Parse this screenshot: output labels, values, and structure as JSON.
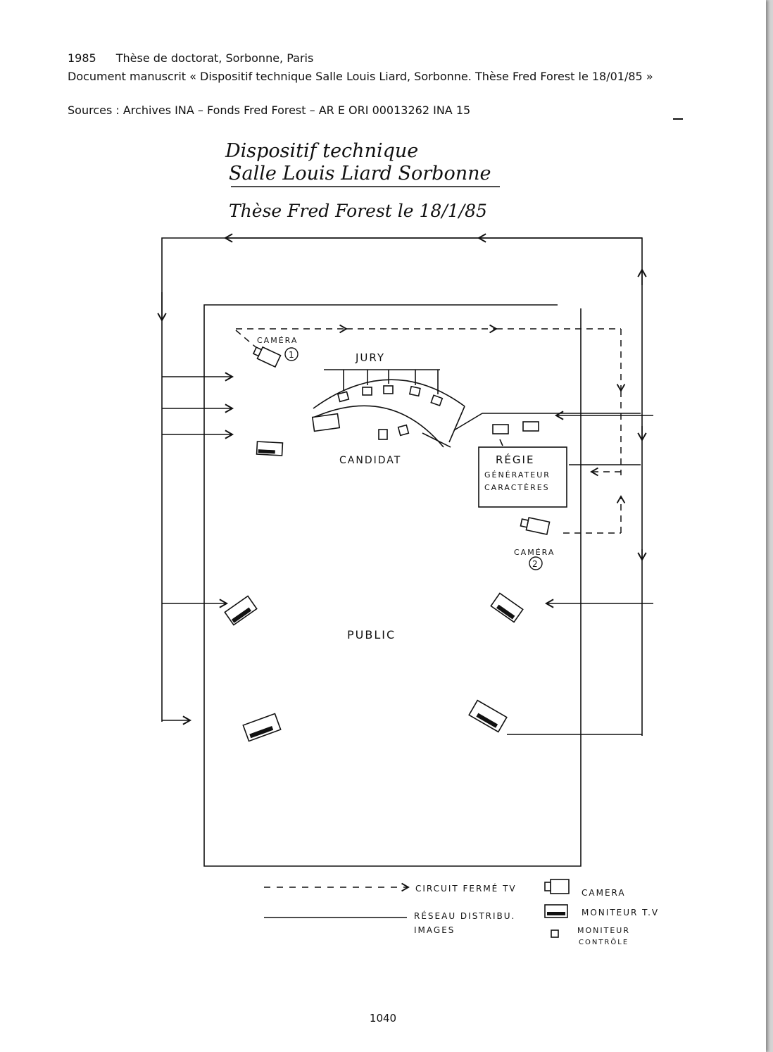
{
  "header": {
    "year": "1985",
    "event": "Thèse de doctorat, Sorbonne, Paris",
    "document_line": "Document manuscrit « Dispositif technique Salle Louis Liard, Sorbonne. Thèse Fred Forest le 18/01/85 »",
    "sources": "Sources : Archives INA – Fonds Fred Forest – AR E ORI 00013262 INA 15"
  },
  "drawing": {
    "title_line1": "Dispositif technique",
    "title_line2": "Salle Louis Liard Sorbonne",
    "title_line3": "Thèse Fred Forest le 18/1/85",
    "labels": {
      "camera1": "CAMÉRA",
      "camera1_num": "1",
      "jury": "JURY",
      "candidat": "CANDIDAT",
      "regie_1": "RÉGIE",
      "regie_2": "GÉNÉRATEUR",
      "regie_3": "CARACTÈRES",
      "camera2": "CAMÉRA",
      "camera2_num": "2",
      "public": "PUBLIC"
    },
    "legend": {
      "closed_circuit": "CIRCUIT FERMÉ TV",
      "distribution_1": "RÉSEAU DISTRIBU.",
      "distribution_2": "IMAGES",
      "camera": "CAMERA",
      "tv_monitor": "MONITEUR T.V",
      "control_monitor_1": "MONITEUR",
      "control_monitor_2": "CONTRÔLE"
    }
  },
  "footer": {
    "page_number": "1040"
  }
}
